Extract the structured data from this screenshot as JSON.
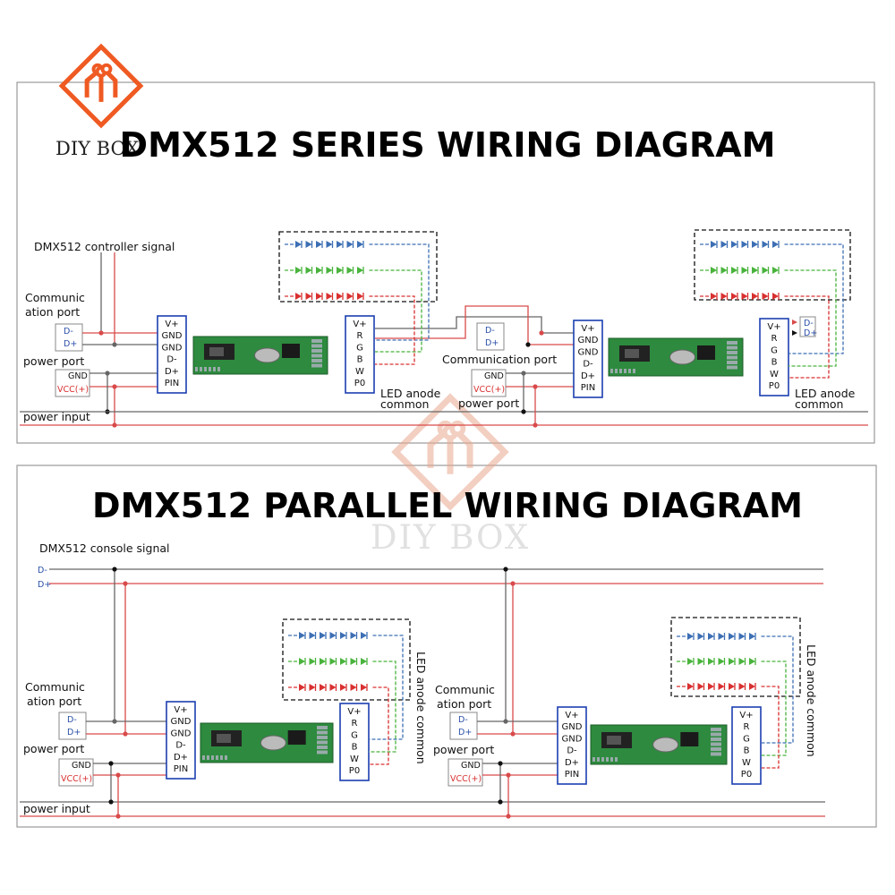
{
  "brand": {
    "logo_text": "DIY BOX",
    "watermark_text": "DIY BOX",
    "colors": {
      "logo": "#ef5a23",
      "watermark": "#d7d7d7"
    }
  },
  "series": {
    "title": "DMX512 SERIES WIRING DIAGRAM",
    "controller_signal": "DMX512 controller signal",
    "comm_port_line1": "Communic",
    "comm_port_line2": "ation port",
    "power_port": "power port",
    "power_input": "power input",
    "communication_port": "Communication port",
    "power_port_2": "power port",
    "led_anode_line1": "LED anode",
    "led_anode_line2": "common"
  },
  "parallel": {
    "title": "DMX512 PARALLEL WIRING DIAGRAM",
    "console_signal": "DMX512 console signal",
    "d_minus": "D-",
    "d_plus": "D+",
    "comm_port_line1": "Communic",
    "comm_port_line2": "ation port",
    "power_port": "power port",
    "power_input": "power input",
    "led_anode_common": "LED anode common"
  },
  "port_labels": {
    "d_minus": "D-",
    "d_plus": "D+",
    "gnd": "GND",
    "vcc": "VCC(+)"
  },
  "input_pins": [
    "V+",
    "GND",
    "GND",
    "D-",
    "D+",
    "PIN"
  ],
  "output_pins": [
    "V+",
    "R",
    "G",
    "B",
    "W",
    "P0"
  ],
  "led_colors": {
    "blue": "#3d6fb4",
    "green": "#49b33c",
    "red": "#d93030"
  },
  "wire_colors": {
    "gray": "#666666",
    "red": "#d94a4a",
    "black": "#111111"
  }
}
